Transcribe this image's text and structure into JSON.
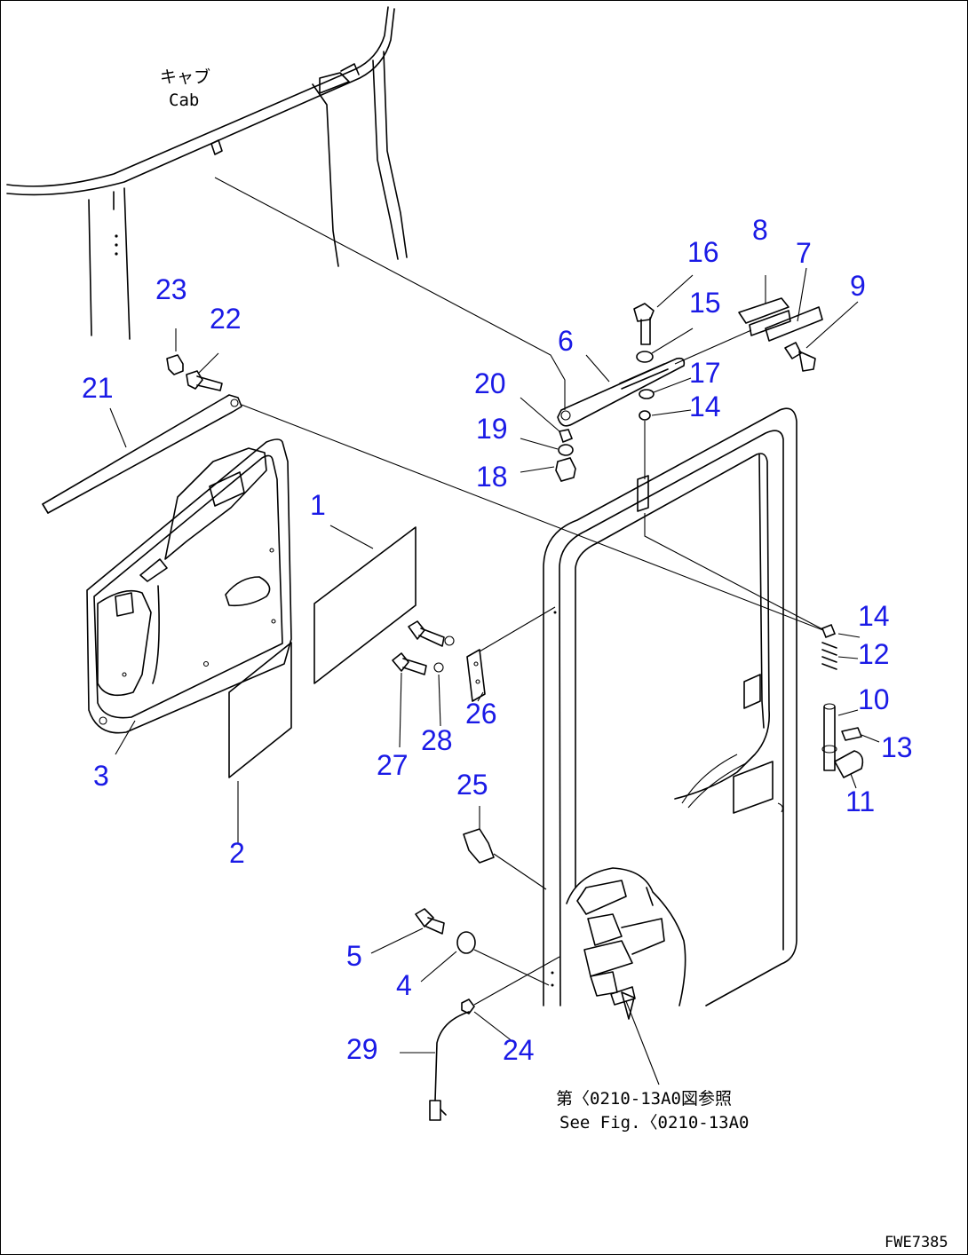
{
  "diagram": {
    "cab_label_jp": "キャブ",
    "cab_label_en": "Cab",
    "reference_jp": "第〈0210-13A0図参照",
    "reference_en": "See Fig.〈0210-13A0",
    "drawing_code": "FWE7385",
    "callouts": [
      "1",
      "2",
      "3",
      "4",
      "5",
      "6",
      "7",
      "8",
      "9",
      "10",
      "11",
      "12",
      "13",
      "14",
      "14",
      "15",
      "16",
      "17",
      "18",
      "19",
      "20",
      "21",
      "22",
      "23",
      "24",
      "25",
      "26",
      "27",
      "28",
      "29"
    ]
  }
}
